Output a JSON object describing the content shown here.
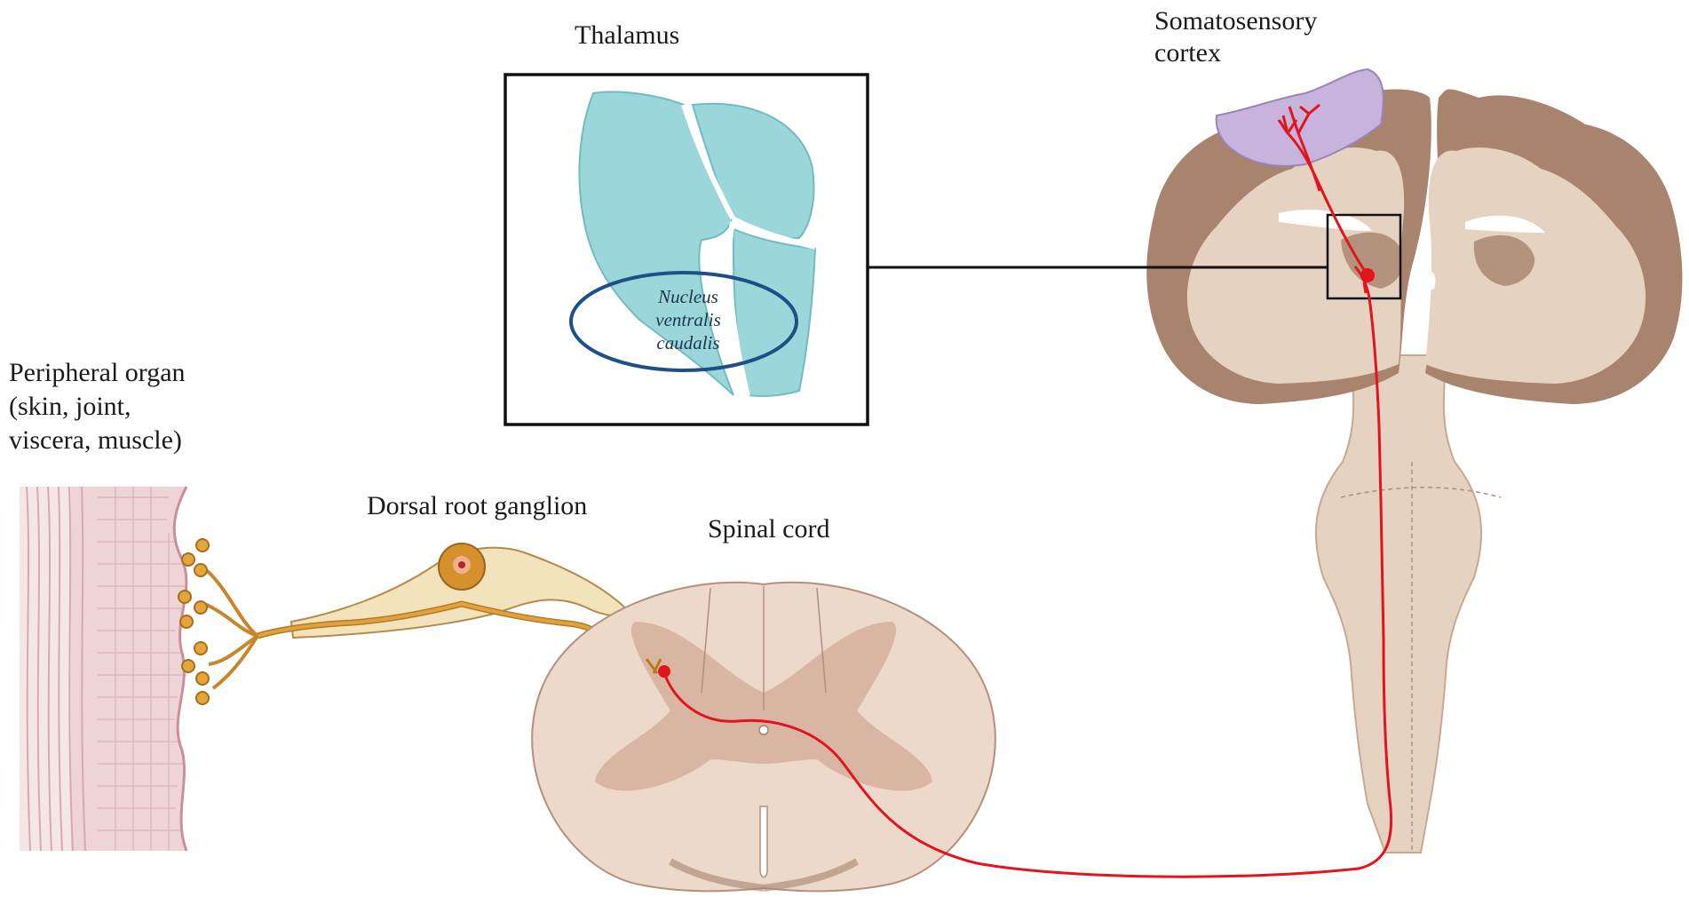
{
  "labels": {
    "thalamus": "Thalamus",
    "somatosensory_line1": "Somatosensory",
    "somatosensory_line2": "cortex",
    "peripheral_line1": "Peripheral organ",
    "peripheral_line2": "(skin, joint,",
    "peripheral_line3": "viscera, muscle)",
    "drg": "Dorsal root ganglion",
    "spinal_cord": "Spinal cord",
    "nucleus_line1": "Nucleus",
    "nucleus_line2": "ventralis",
    "nucleus_line3": "caudalis"
  },
  "colors": {
    "pathway": "#e3141b",
    "thalamus_fill": "#9ad6da",
    "nucleus_outline": "#1e4f86",
    "cortex_fill": "#c7b3dc",
    "brain_gray": "#a8836d",
    "brain_white": "#e6d2c0",
    "cord_gray": "#d8b6a3",
    "cord_white": "#ecd9ca",
    "neuron": "#d4912c",
    "ganglion_sheath": "#f3e3bd",
    "skin": "#e9c9cb"
  }
}
